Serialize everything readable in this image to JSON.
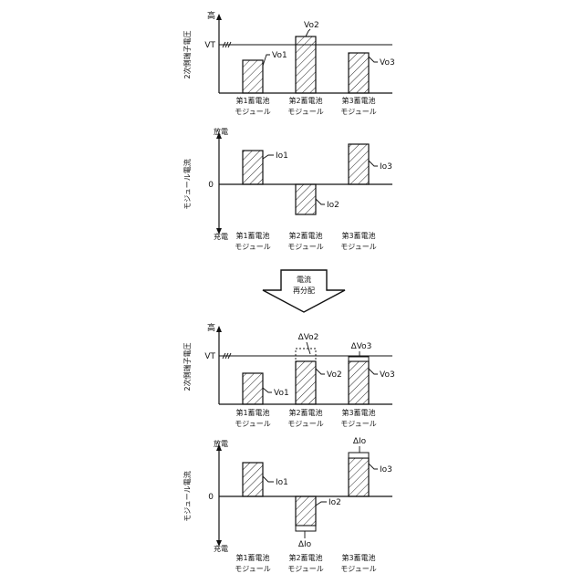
{
  "arrow": {
    "line1": "電流",
    "line2": "再分配"
  },
  "categories": [
    {
      "line1": "第1蓄電池",
      "line2": "モジュール"
    },
    {
      "line1": "第2蓄電池",
      "line2": "モジュール"
    },
    {
      "line1": "第3蓄電池",
      "line2": "モジュール"
    }
  ],
  "panel_before_voltage": {
    "y_axis_label": "2次側端子電圧",
    "top_label": "高",
    "threshold_label": "VT",
    "bar_labels": [
      "Vo1",
      "Vo2",
      "Vo3"
    ]
  },
  "panel_before_current": {
    "y_axis_label": "モジュール電流",
    "top_label": "放電",
    "bottom_label": "充電",
    "zero_label": "0",
    "bar_labels": [
      "Io1",
      "Io2",
      "Io3"
    ]
  },
  "panel_after_voltage": {
    "y_axis_label": "2次側端子電圧",
    "top_label": "高",
    "threshold_label": "VT",
    "bar_labels": [
      "Vo1",
      "Vo2",
      "Vo3"
    ],
    "delta_labels": [
      "ΔVo2",
      "ΔVo3"
    ]
  },
  "panel_after_current": {
    "y_axis_label": "モジュール電流",
    "top_label": "放電",
    "bottom_label": "充電",
    "zero_label": "0",
    "bar_labels": [
      "Io1",
      "Io2",
      "Io3"
    ],
    "delta_labels": [
      "ΔIo",
      "ΔIo"
    ]
  }
}
